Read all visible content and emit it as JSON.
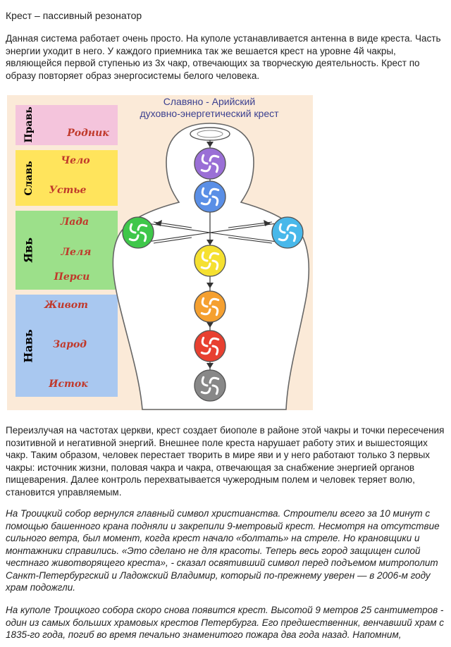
{
  "article": {
    "title": "Крест – пассивный резонатор",
    "p1": "Данная система работает очень просто. На куполе устанавливается антенна в виде креста. Часть энергии уходит в него. У каждого приемника так же вешается крест на уровне 4й чакры, являющейся первой ступенью из 3х чакр, отвечающих за творческую деятельность. Крест по образу повторяет образ энергосистемы белого человека.",
    "p2": "Переизлучая на частотах церкви, крест создает биополе в районе этой чакры и точки пересечения позитивной и негативной энергий. Внешнее поле креста нарушает работу этих и вышестоящих чакр. Таким образом, человек перестает творить в мире яви и у него работают только 3 первых чакры: источник жизни, половая чакра и чакра, отвечающая за снабжение энергией органов пищеварения. Далее контроль перехватывается чужеродным полем и человек теряет волю, становится управляемым.",
    "p3": "На Троицкий собор вернулся главный символ христианства. Строители всего за 10 минут с помощью башенного крана подняли и закрепили 9-метровый крест. Несмотря на отсутствие сильного ветра, был момент, когда крест начало «болтать» на стреле. Но крановщики и монтажники справились. «Это сделано не для красоты. Теперь весь город защищен силой честнаго животворящего креста», - сказал освятивший символ перед подъемом митрополит Санкт-Петербургский и Ладожский Владимир, который по-прежнему уверен — в 2006-м году храм подожгли.",
    "p4": "На куполе Троицкого собора скоро снова появится крест. Высотой 9 метров 25 сантиметров - один из самых больших храмовых крестов Петербурга. Его предшественник, венчавший храм с 1835-го года, погиб во время печально знаменитого пожара два года назад. Напомним,"
  },
  "figure": {
    "title_line1": "Славяно - Арийский",
    "title_line2": "духовно-энергетический крест",
    "levels": [
      {
        "name": "Правь",
        "color": "#f4c4dc"
      },
      {
        "name": "Славь",
        "color": "#ffe45c"
      },
      {
        "name": "Явь",
        "color": "#9ce08a"
      },
      {
        "name": "Навь",
        "color": "#a9c8f0"
      }
    ],
    "chakras": [
      {
        "name": "Родник",
        "color": "#ffffff"
      },
      {
        "name": "Чело",
        "color": "#9a6fd6"
      },
      {
        "name": "Устье",
        "color": "#5a8fe6"
      },
      {
        "name": "Лада",
        "color": "#3fc74a"
      },
      {
        "name": "Леля",
        "color": "#48b8ea"
      },
      {
        "name": "Перси",
        "color": "#f5e030"
      },
      {
        "name": "Живот",
        "color": "#f5a030"
      },
      {
        "name": "Зарод",
        "color": "#e84030"
      },
      {
        "name": "Исток",
        "color": "#888888"
      }
    ]
  }
}
